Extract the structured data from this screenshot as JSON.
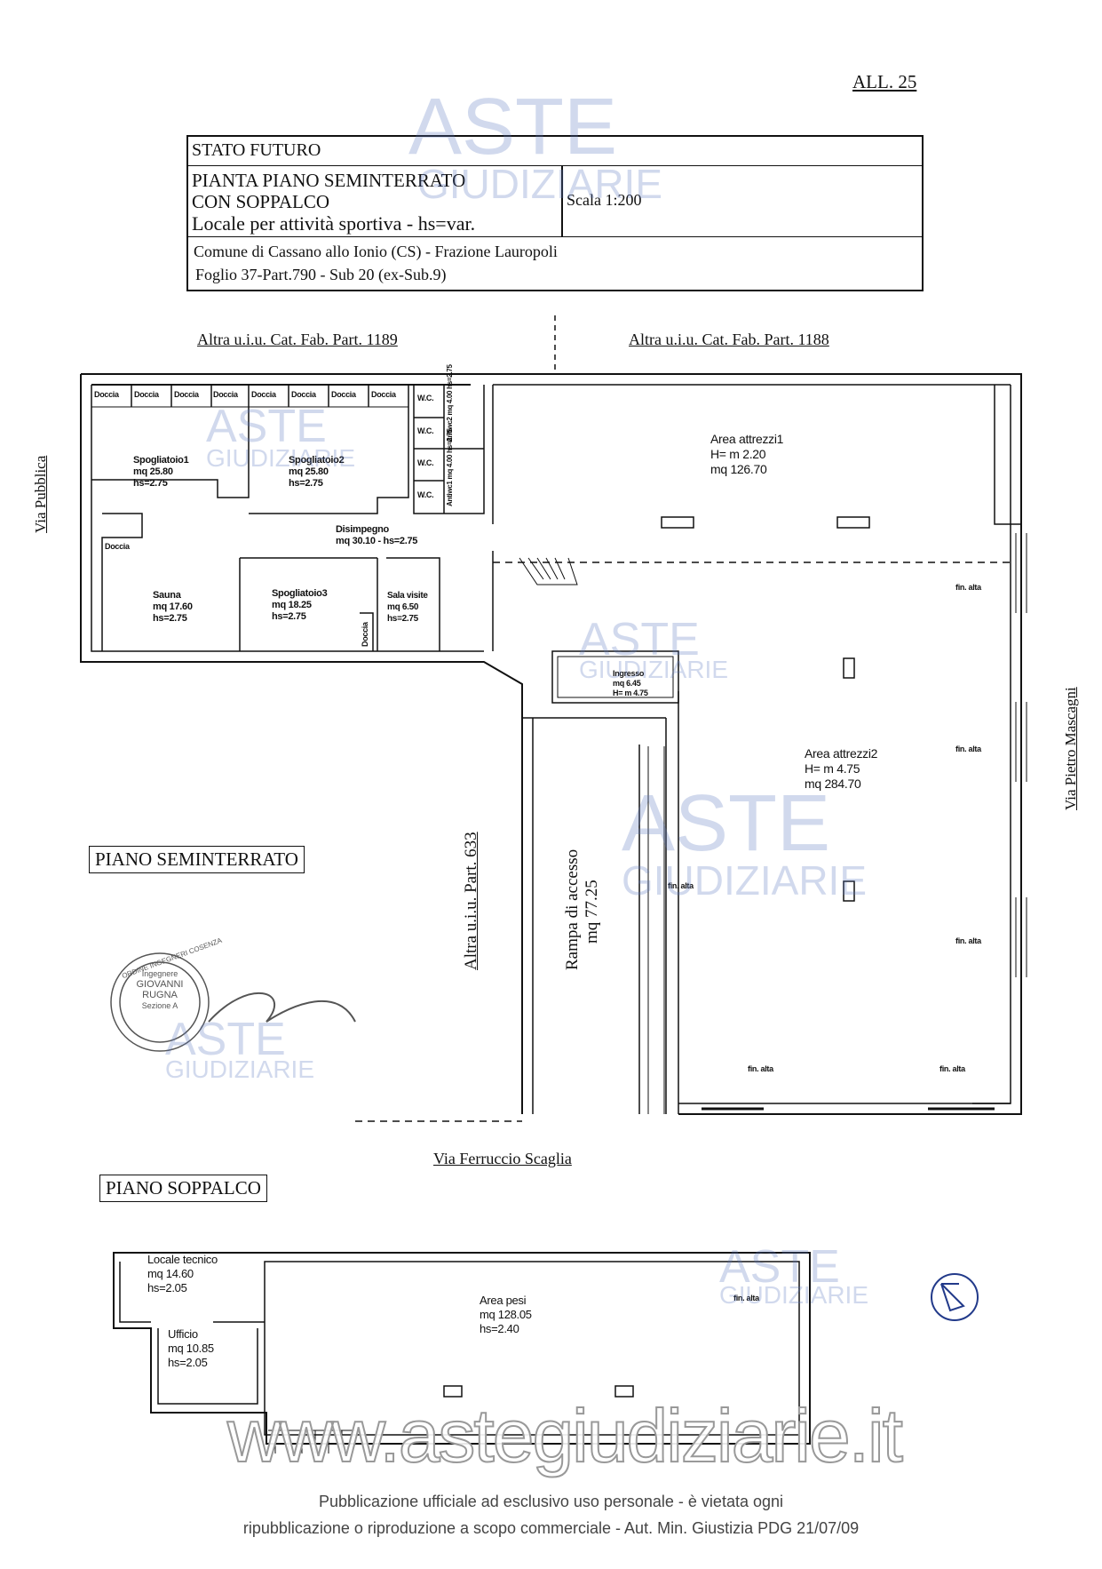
{
  "header": {
    "annex": "ALL. 25"
  },
  "title_block": {
    "state": "STATO FUTURO",
    "plan_line1": "PIANTA PIANO SEMINTERRATO",
    "plan_line2": "CON SOPPALCO",
    "plan_line3": "Locale per attività sportiva - hs=var.",
    "scale": "Scala 1:200",
    "location_line1": "Comune di Cassano allo Ionio (CS) - Frazione Lauropoli",
    "location_line2": "Foglio 37-Part.790 - Sub 20 (ex-Sub.9)"
  },
  "boundaries": {
    "north_left": "Altra u.i.u. Cat. Fab. Part. 1189",
    "north_right": "Altra u.i.u. Cat. Fab. Part. 1188",
    "west": "Via Pubblica",
    "east": "Via Pietro Mascagni",
    "south": "Via Ferruccio Scaglia",
    "middle": "Altra u.i.u. Part. 633"
  },
  "sections": {
    "basement": "PIANO SEMINTERRATO",
    "mezzanine": "PIANO SOPPALCO"
  },
  "rooms": {
    "doccia": "Doccia",
    "wc": "W.C.",
    "antiwc2": "Antiwc2",
    "antiwc2_data": "mq 4.00 hs=2.75",
    "antiwc1": "Antiwc1",
    "antiwc1_data": "mq 4.00 hs=2.75",
    "spogliatoio1": {
      "name": "Spogliatoio1",
      "area": "mq 25.80",
      "height": "hs=2.75"
    },
    "spogliatoio2": {
      "name": "Spogliatoio2",
      "area": "mq 25.80",
      "height": "hs=2.75"
    },
    "disimpegno": {
      "name": "Disimpegno",
      "area": "mq 30.10 - hs=2.75"
    },
    "sauna": {
      "name": "Sauna",
      "area": "mq 17.60",
      "height": "hs=2.75"
    },
    "spogliatoio3": {
      "name": "Spogliatoio3",
      "area": "mq 18.25",
      "height": "hs=2.75"
    },
    "sala_visite": {
      "name": "Sala visite",
      "area": "mq 6.50",
      "height": "hs=2.75"
    },
    "area_attrezzi1": {
      "name": "Area attrezzi1",
      "height": "H= m 2.20",
      "area": "mq 126.70"
    },
    "area_attrezzi2": {
      "name": "Area attrezzi2",
      "height": "H= m 4.75",
      "area": "mq 284.70"
    },
    "ingresso": {
      "name": "Ingresso",
      "area": "mq 6.45",
      "height": "H= m 4.75"
    },
    "rampa": {
      "name": "Rampa di accesso",
      "area": "mq 77.25"
    },
    "fin_alta": "fin. alta",
    "locale_tecnico": {
      "name": "Locale tecnico",
      "area": "mq 14.60",
      "height": "hs=2.05"
    },
    "ufficio": {
      "name": "Ufficio",
      "area": "mq 10.85",
      "height": "hs=2.05"
    },
    "area_pesi": {
      "name": "Area pesi",
      "area": "mq 128.05",
      "height": "hs=2.40"
    }
  },
  "stamp": {
    "org": "ORDINE INGEGNERI COSENZA",
    "title": "Ingegnere",
    "name1": "GIOVANNI",
    "name2": "RUGNA",
    "section": "Sezione A"
  },
  "watermarks": {
    "aste": "ASTE",
    "giudiziarie": "GIUDIZIARIE",
    "site": "www.astegiudiziarie.it"
  },
  "footer": {
    "line1": "Pubblicazione ufficiale ad esclusivo uso personale - è vietata ogni",
    "line2": "ripubblicazione o riproduzione a scopo commerciale - Aut. Min. Giustizia PDG 21/07/09"
  },
  "colors": {
    "ink": "#111111",
    "watermark": "#5a78be",
    "stamp": "#555555"
  }
}
